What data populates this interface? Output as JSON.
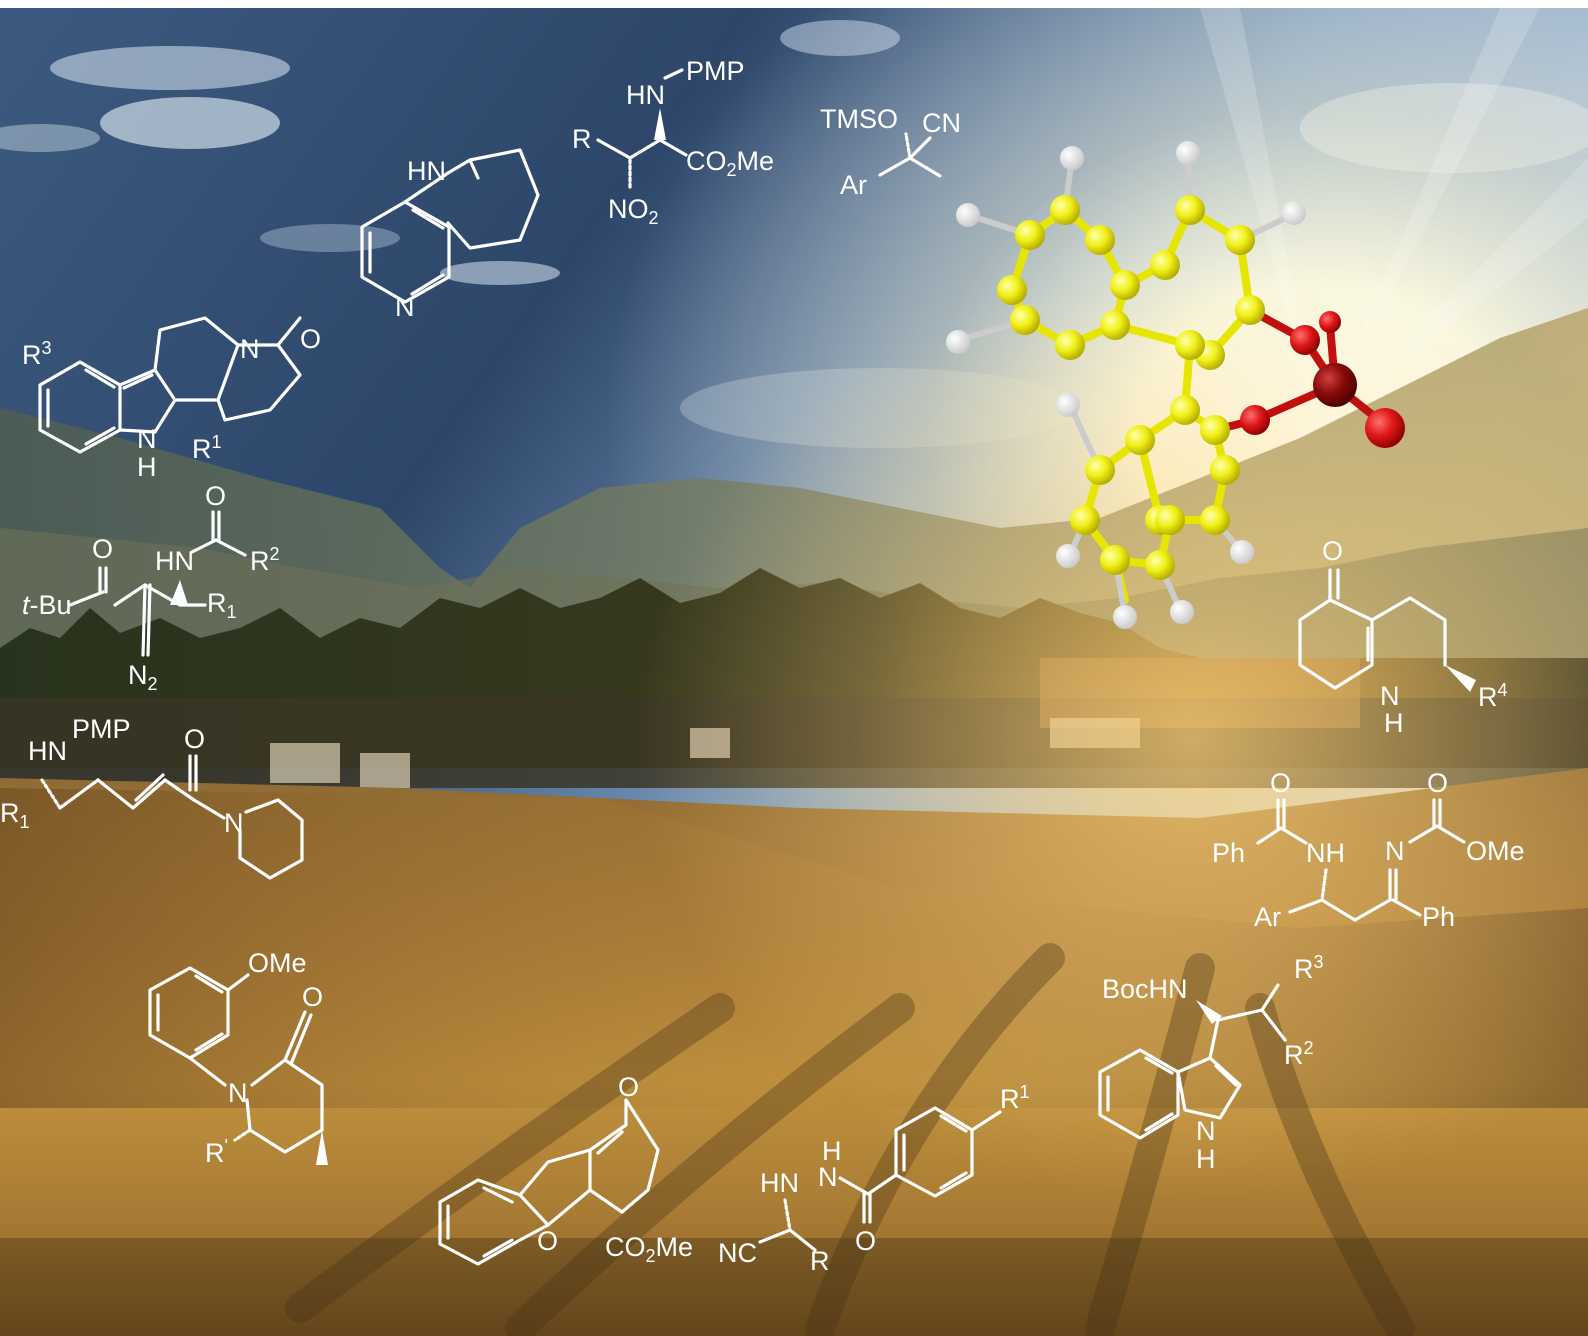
{
  "colors": {
    "sky_top": "#2e4a70",
    "sky_mid": "#6d8fb4",
    "sun": "#fffde8",
    "mountain": "#5b6a52",
    "trees": "#2e3a22",
    "field_light": "#c4963e",
    "field_dark": "#6e4a1c",
    "carbon_atom": "#f0f016",
    "oxygen_atom": "#e01818",
    "phosphorus_atom": "#8a0a0a",
    "hydrogen_atom": "#f4f4f4",
    "structure_lines": "#ffffff"
  },
  "labels": {
    "hn_1": "HN",
    "n_1": "N",
    "hn_pmp_1": "HN",
    "pmp_1": "PMP",
    "r_1": "R",
    "co2me_1": "CO",
    "co2me_1b": "2",
    "co2me_1c": "Me",
    "no2_1": "NO",
    "no2_1b": "2",
    "tmso": "TMSO",
    "cn_1": "CN",
    "ar_1": "Ar",
    "r3_1": "R",
    "r3_1sup": "3",
    "n_2": "N",
    "o_1": "O",
    "nh_1": "N",
    "h_1": "H",
    "r1_1": "R",
    "r1_1sup": "1",
    "o_2": "O",
    "o_3": "O",
    "hn_2": "HN",
    "r2_1": "R",
    "r2_1sup": "2",
    "tbu": "t",
    "tbu_b": "-Bu",
    "r1_2": "R",
    "r1_2sub": "1",
    "n2_1": "N",
    "n2_1sub": "2",
    "hn_pmp_2": "HN",
    "pmp_2": "PMP",
    "o_4": "O",
    "n_3": "N",
    "r1_3": "R",
    "r1_3sub": "1",
    "o_5": "O",
    "nh_2": "N",
    "h_2": "H",
    "r4_1": "R",
    "r4_1sup": "4",
    "o_6": "O",
    "o_7": "O",
    "ph_1": "Ph",
    "nh_3": "NH",
    "n_4": "N",
    "ome_1": "OMe",
    "ar_2": "Ar",
    "ph_2": "Ph",
    "ome_2": "OMe",
    "o_8": "O",
    "n_5": "N",
    "r_2": "R",
    "bochn": "BocHN",
    "r3_2": "R",
    "r3_2sup": "3",
    "r2_2": "R",
    "r2_2sup": "2",
    "nh_4": "N",
    "h_4": "H",
    "o_9": "O",
    "o_10": "O",
    "co2me_2": "CO",
    "co2me_2b": "2",
    "co2me_2c": "Me",
    "h_5": "H",
    "hn_3": "HN",
    "n_6": "N",
    "o_11": "O",
    "r1_4": "R",
    "r1_4sup": "1",
    "nc_1": "NC",
    "r_3": "R"
  }
}
